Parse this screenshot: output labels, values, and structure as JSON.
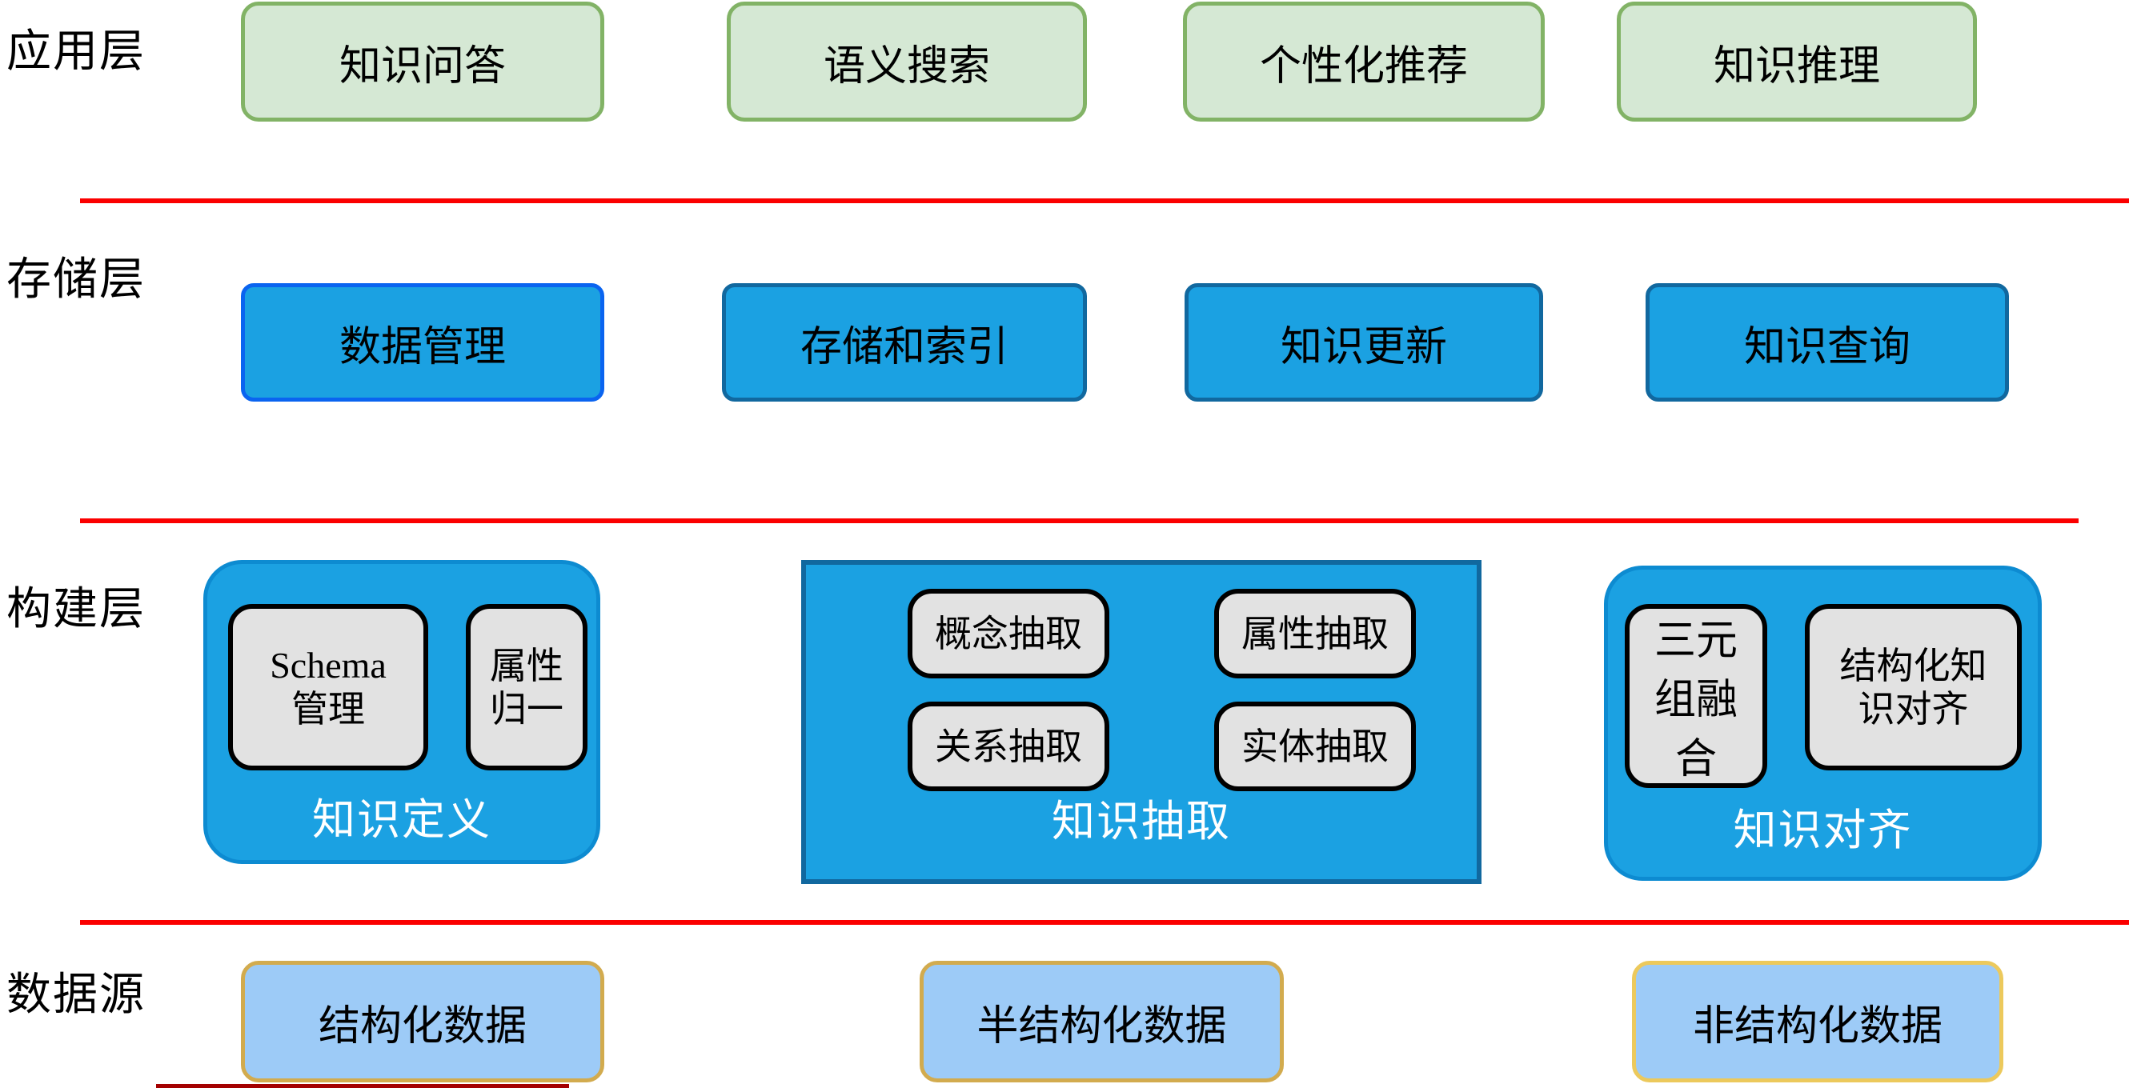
{
  "colors": {
    "app_fill": "#d5e8d4",
    "app_border": "#82b366",
    "blue_fill": "#1ba1e2",
    "blue_border": "#11689f",
    "blue_border_bright": "#0a64f0",
    "container_border": "#0d8bd1",
    "inner_fill": "#e2e2e2",
    "inner_border": "#000000",
    "source_fill": "#9dcbf7",
    "source_border": "#d2ab4e",
    "source_border_bright": "#ecc95c",
    "separator": "#fb0000",
    "separator_partial": "#a40000",
    "container_label": "#ffffff"
  },
  "layers": {
    "application": {
      "label": "应用层",
      "boxes": [
        {
          "label": "知识问答"
        },
        {
          "label": "语义搜索"
        },
        {
          "label": "个性化推荐"
        },
        {
          "label": "知识推理"
        }
      ]
    },
    "storage": {
      "label": "存储层",
      "boxes": [
        {
          "label": "数据管理"
        },
        {
          "label": "存储和索引"
        },
        {
          "label": "知识更新"
        },
        {
          "label": "知识查询"
        }
      ]
    },
    "construction": {
      "label": "构建层",
      "containers": [
        {
          "label": "知识定义",
          "children": [
            {
              "line1": "Schema",
              "line2": "管理"
            },
            {
              "line1": "属性",
              "line2": "归一"
            }
          ]
        },
        {
          "label": "知识抽取",
          "children": [
            {
              "label": "概念抽取"
            },
            {
              "label": "属性抽取"
            },
            {
              "label": "关系抽取"
            },
            {
              "label": "实体抽取"
            }
          ]
        },
        {
          "label": "知识对齐",
          "children": [
            {
              "line1": "三元",
              "line2": "组融",
              "line3": "合"
            },
            {
              "line1": "结构化知",
              "line2": "识对齐"
            }
          ]
        }
      ]
    },
    "datasource": {
      "label": "数据源",
      "boxes": [
        {
          "label": "结构化数据"
        },
        {
          "label": "半结构化数据"
        },
        {
          "label": "非结构化数据"
        }
      ]
    }
  }
}
